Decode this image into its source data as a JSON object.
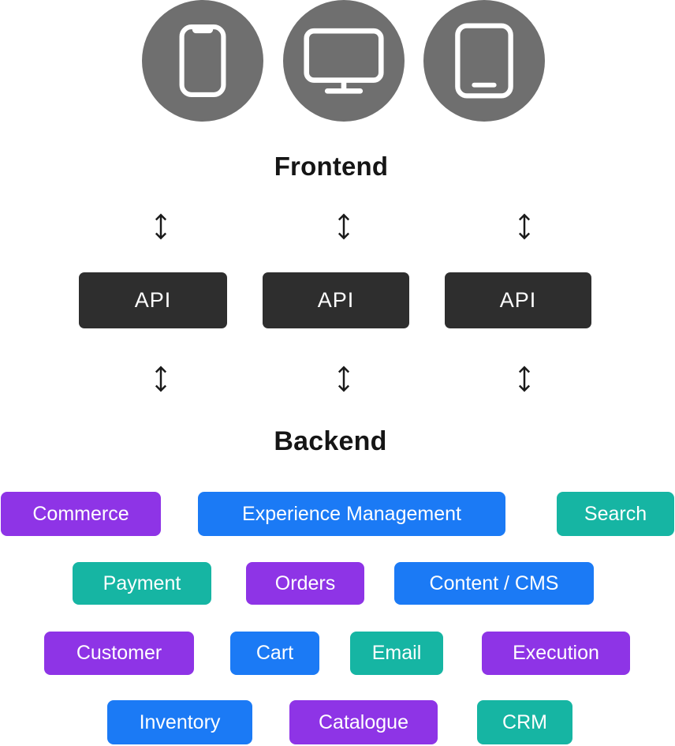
{
  "frontend": {
    "label": "Frontend"
  },
  "backend": {
    "label": "Backend"
  },
  "devices": [
    {
      "icon": "smartphone-icon"
    },
    {
      "icon": "desktop-monitor-icon"
    },
    {
      "icon": "tablet-icon"
    }
  ],
  "link_icon": "up-down-arrow-icon",
  "api_nodes": [
    {
      "label": "API"
    },
    {
      "label": "API"
    },
    {
      "label": "API"
    }
  ],
  "services": [
    {
      "label": "Commerce",
      "color": "purple"
    },
    {
      "label": "Experience Management",
      "color": "blue"
    },
    {
      "label": "Search",
      "color": "teal"
    },
    {
      "label": "Payment",
      "color": "teal"
    },
    {
      "label": "Orders",
      "color": "purple"
    },
    {
      "label": "Content / CMS",
      "color": "blue"
    },
    {
      "label": "Customer",
      "color": "purple"
    },
    {
      "label": "Cart",
      "color": "blue"
    },
    {
      "label": "Email",
      "color": "teal"
    },
    {
      "label": "Execution",
      "color": "purple"
    },
    {
      "label": "Inventory",
      "color": "blue"
    },
    {
      "label": "Catalogue",
      "color": "purple"
    },
    {
      "label": "CRM",
      "color": "teal"
    }
  ],
  "colors": {
    "purple": "#8E34E6",
    "blue": "#1B7AF5",
    "teal": "#16B5A3",
    "api_box": "#2E2E2E",
    "device_circle": "#6F6F6F",
    "heading_text": "#151515",
    "pill_text": "#FFFFFF",
    "background": "#FFFFFF"
  }
}
